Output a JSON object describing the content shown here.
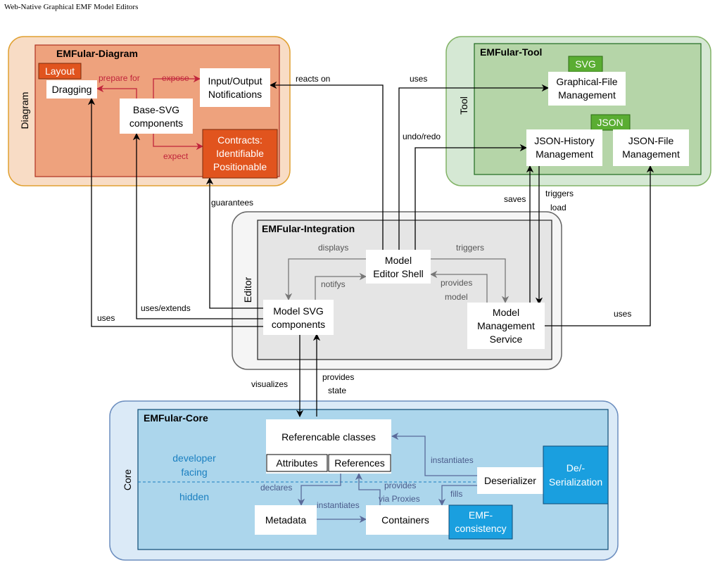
{
  "header": {
    "title": "Web-Native Graphical EMF Model Editors"
  },
  "colors": {
    "diagram_fill": "#f8dcc5",
    "diagram_stroke": "#e0a030",
    "diagram_inner": "#eea27d",
    "diagram_inner_stroke": "#b03020",
    "tool_fill": "#d5e8d4",
    "tool_stroke": "#82b366",
    "tool_inner": "#b5d5a8",
    "tool_inner_stroke": "#1e6b1e",
    "integration_fill": "#f5f5f5",
    "integration_stroke": "#666666",
    "integration_inner": "#e5e5e5",
    "core_fill": "#dbeaf7",
    "core_stroke": "#6c8ebf",
    "core_inner": "#acd6ec",
    "core_inner_stroke": "#0d4a75",
    "orange_box": "#e1541e",
    "green_badge": "#5aad32",
    "blue_box": "#1a9fdf",
    "red_arrow": "#c0243b",
    "gray_arrow": "#777777",
    "blue_arrow": "#5a6a9a"
  },
  "groups": {
    "diagram": {
      "side": "Diagram",
      "title": "EMFular-Diagram"
    },
    "tool": {
      "side": "Tool",
      "title": "EMFular-Tool"
    },
    "integration": {
      "side": "Editor",
      "title": "EMFular-Integration"
    },
    "core": {
      "side": "Core",
      "title": "EMFular-Core"
    }
  },
  "nodes": {
    "layout": "Layout",
    "dragging": "Dragging",
    "io_line1": "Input/Output",
    "io_line2": "Notifications",
    "basesvg_line1": "Base-SVG",
    "basesvg_line2": "components",
    "contracts_line1": "Contracts:",
    "contracts_line2": "Identifiable",
    "contracts_line3": "Positionable",
    "svg_badge": "SVG",
    "graphical_line1": "Graphical-File",
    "graphical_line2": "Management",
    "json_badge": "JSON",
    "jsonhist_line1": "JSON-History",
    "jsonhist_line2": "Management",
    "jsonfile_line1": "JSON-File",
    "jsonfile_line2": "Management",
    "shell_line1": "Model",
    "shell_line2": "Editor Shell",
    "modelsvg_line1": "Model SVG",
    "modelsvg_line2": "components",
    "mgmt_line1": "Model",
    "mgmt_line2": "Management",
    "mgmt_line3": "Service",
    "referencable": "Referencable classes",
    "attributes": "Attributes",
    "references": "References",
    "metadata": "Metadata",
    "containers": "Containers",
    "emf_line1": "EMF-",
    "emf_line2": "consistency",
    "deserializer": "Deserializer",
    "deser_line1": "De/-",
    "deser_line2": "Serialization",
    "dev_line1": "developer",
    "dev_line2": "facing",
    "hidden": "hidden"
  },
  "edges": {
    "prepare_for": "prepare for",
    "expose": "expose",
    "expect": "expect",
    "reacts_on": "reacts on",
    "uses_top": "uses",
    "undo_redo": "undo/redo",
    "guarantees": "guarantees",
    "saves": "saves",
    "triggers_load_1": "triggers",
    "triggers_load_2": "load",
    "displays": "displays",
    "triggers": "triggers",
    "notifys": "notifys",
    "provides_model_1": "provides",
    "provides_model_2": "model",
    "uses_extends": "uses/extends",
    "uses_left": "uses",
    "uses_right": "uses",
    "visualizes": "visualizes",
    "provides_state_1": "provides",
    "provides_state_2": "state",
    "instantiates_right": "instantiates",
    "declares": "declares",
    "instantiates_bottom": "instantiates",
    "provides_proxies_1": "provides",
    "provides_proxies_2": "via Proxies",
    "fills": "fills"
  }
}
